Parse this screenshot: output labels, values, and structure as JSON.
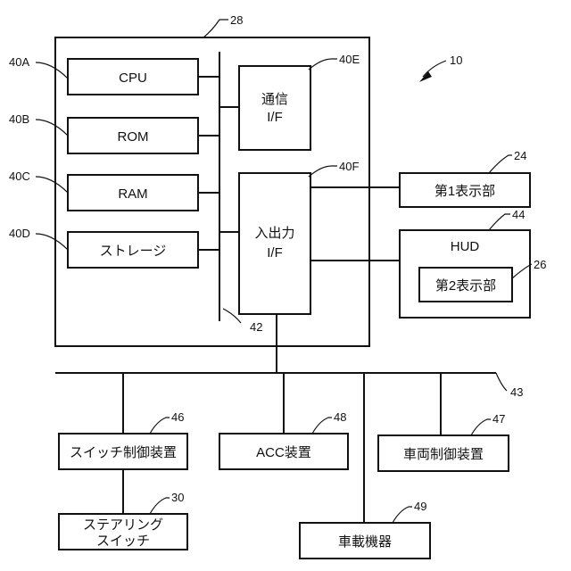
{
  "diagram": {
    "ref_system": "10",
    "controller": {
      "ref": "28"
    },
    "bus_internal": {
      "ref": "42"
    },
    "bus_vehicle": {
      "ref": "43"
    },
    "cpu": {
      "label": "CPU",
      "ref": "40A"
    },
    "rom": {
      "label": "ROM",
      "ref": "40B"
    },
    "ram": {
      "label": "RAM",
      "ref": "40C"
    },
    "storage": {
      "label": "ストレージ",
      "ref": "40D"
    },
    "comm_if": {
      "line1": "通信",
      "line2": "I/F",
      "ref": "40E"
    },
    "io_if": {
      "line1": "入出力",
      "line2": "I/F",
      "ref": "40F"
    },
    "display1": {
      "label": "第1表示部",
      "ref": "24"
    },
    "hud": {
      "label": "HUD",
      "ref": "44"
    },
    "display2": {
      "label": "第2表示部",
      "ref": "26"
    },
    "switch_ctrl": {
      "label": "スイッチ制御装置",
      "ref": "46"
    },
    "acc": {
      "label": "ACC装置",
      "ref": "48"
    },
    "vehicle_ctrl": {
      "label": "車両制御装置",
      "ref": "47"
    },
    "steering_switch": {
      "line1": "ステアリング",
      "line2": "スイッチ",
      "ref": "30"
    },
    "onboard_device": {
      "label": "車載機器",
      "ref": "49"
    }
  }
}
